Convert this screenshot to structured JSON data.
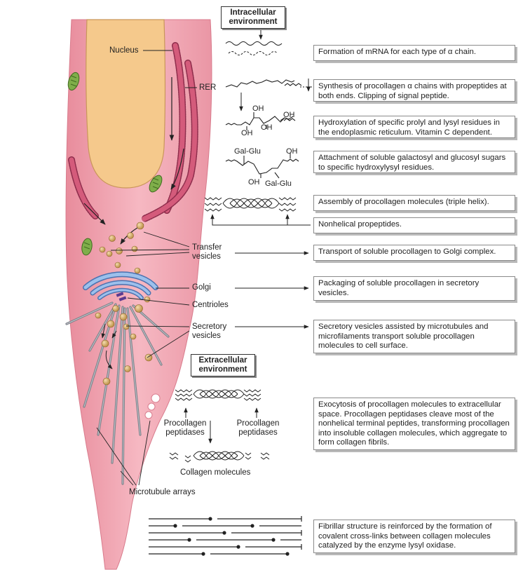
{
  "headers": {
    "intracellular": "Intracellular\nenvironment",
    "extracellular": "Extracellular\nenvironment"
  },
  "labels": {
    "nucleus": "Nucleus",
    "rer": "RER",
    "transfer_vesicles": "Transfer\nvesicles",
    "golgi": "Golgi",
    "centrioles": "Centrioles",
    "secretory_vesicles": "Secretory\nvesicles",
    "procollagen_peptidases_left": "Procollagen\npeptidases",
    "procollagen_peptidases_right": "Procollagen\npeptidases",
    "collagen_molecules": "Collagen molecules",
    "microtubule_arrays": "Microtubule arrays"
  },
  "chem": {
    "oh1": "OH",
    "oh2": "OH",
    "oh3": "OH",
    "oh4": "OH",
    "galglu1": "Gal-Glu",
    "oh5": "OH",
    "oh6": "OH",
    "galglu2": "Gal-Glu"
  },
  "steps": [
    "Formation of mRNA for each type of α chain.",
    "Synthesis of procollagen α chains with propeptides at both ends. Clipping of signal peptide.",
    "Hydroxylation of specific prolyl and lysyl residues in the endoplasmic reticulum. Vitamin C dependent.",
    "Attachment of soluble galactosyl and glucosyl sugars to specific hydroxylysyl residues.",
    "Assembly of procollagen molecules (triple helix).",
    "Nonhelical propeptides.",
    "Transport of soluble procollagen to Golgi complex.",
    "Packaging of soluble procollagen in secretory vesicles.",
    "Secretory vesicles assisted by microtubules and microfilaments transport soluble procollagen molecules to cell surface.",
    "Exocytosis of procollagen molecules to extracellular space. Procollagen peptidases cleave most of the nonhelical terminal peptides, transforming procollagen into insoluble collagen molecules, which aggregate to form collagen fibrils.",
    "Fibrillar structure is reinforced by the formation of covalent cross-links between collagen molecules catalyzed by the enzyme lysyl oxidase."
  ],
  "colors": {
    "cell_fill": "#f2a9b4",
    "nucleus_fill": "#f5c98c",
    "rer_fill": "#d45b7b",
    "mito_fill": "#7fae4a",
    "golgi_fill": "#7aa4d8",
    "vesicle_fill": "#c9a05a"
  }
}
